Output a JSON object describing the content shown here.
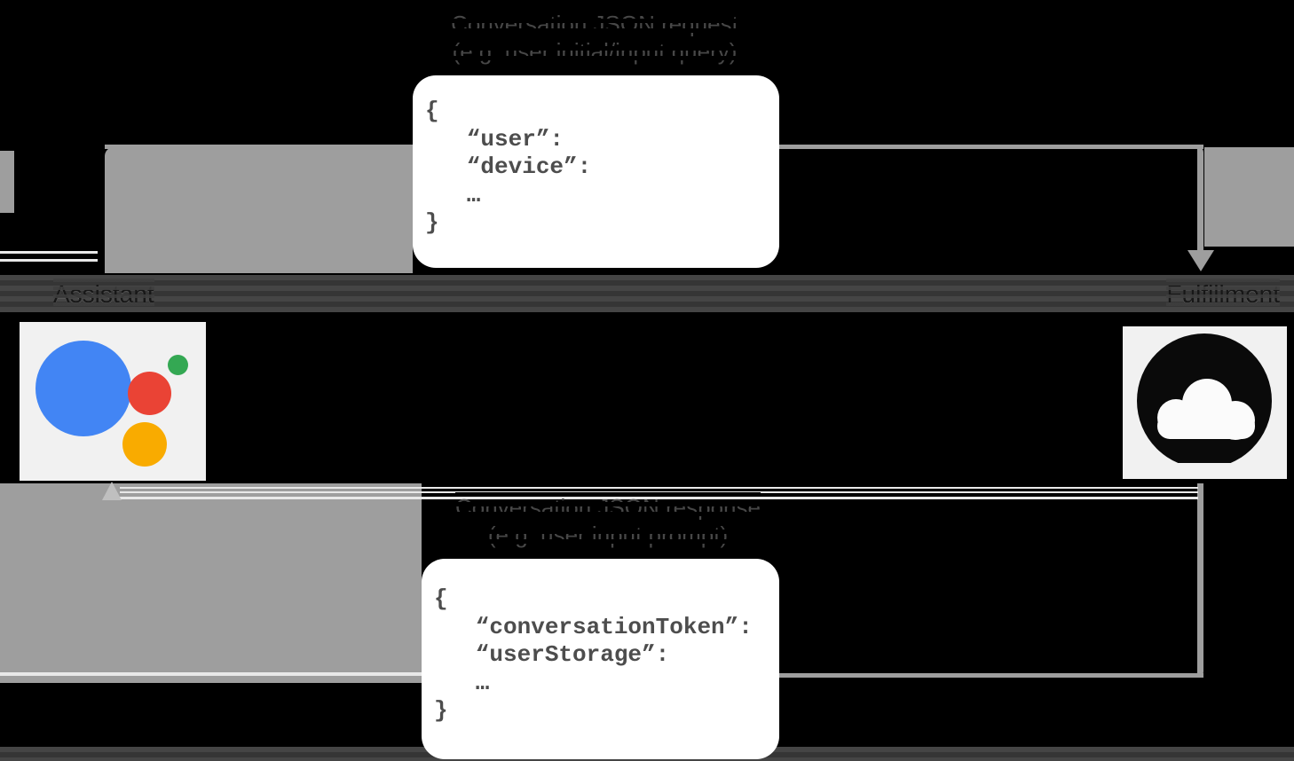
{
  "request": {
    "title": "Conversation JSON request",
    "subtitle": "(e.g. user initial/input query)",
    "code": "{\n   “user”:\n   “device”:\n   …\n}"
  },
  "response": {
    "title": "Conversation JSON response",
    "subtitle": "(e.g. user input prompt)",
    "code": "{\n   “conversationToken”:\n   “userStorage”:\n   …\n}"
  },
  "labels": {
    "assistant": "Assistant",
    "fulfillment": "Fulfillment"
  },
  "icons": {
    "assistant": "google-assistant-logo-icon",
    "fulfillment": "cloud-icon",
    "request_arrow": "arrowhead-down-icon",
    "response_arrow": "arrowhead-up-icon"
  },
  "colors": {
    "background": "#000000",
    "arrow_gray": "#9e9e9e",
    "box_white": "#ffffff",
    "code_text": "#4d4d4d",
    "assistant_blue": "#4285F4",
    "assistant_red": "#EA4335",
    "assistant_green": "#34A853",
    "assistant_yellow": "#F9AB00",
    "cloud_black": "#0a0a0a"
  }
}
